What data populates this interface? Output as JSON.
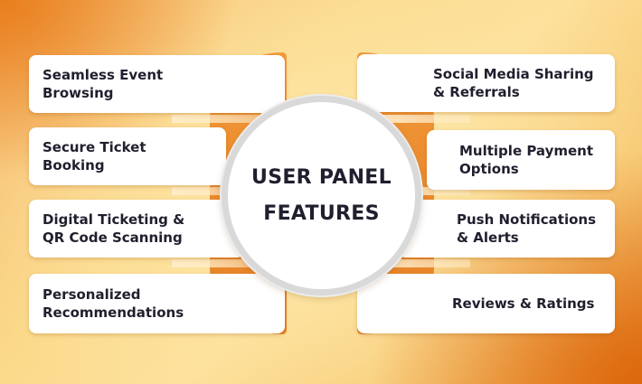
{
  "center": {
    "line1": "USER PANEL",
    "line2": "FEATURES"
  },
  "left_features": [
    "Seamless Event\nBrowsing",
    "Secure Ticket\nBooking",
    "Digital Ticketing &\nQR Code Scanning",
    "Personalized\nRecommendations"
  ],
  "right_features": [
    "Social Media Sharing\n& Referrals",
    "Multiple Payment\nOptions",
    "Push Notifications\n& Alerts",
    "Reviews  & Ratings"
  ],
  "colors": {
    "arc_orange": "#ea8a2c",
    "card": "#ffffff",
    "text": "#1f1f2e",
    "hub_border": "#d9d9d9"
  }
}
